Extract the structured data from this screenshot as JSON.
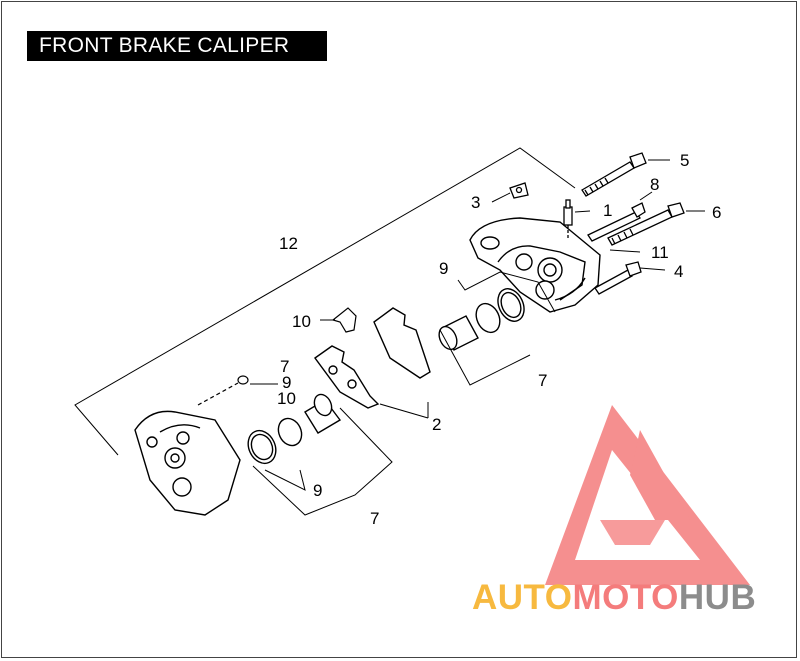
{
  "title": "FRONT BRAKE CALIPER",
  "callouts": {
    "c1": "1",
    "c2": "2",
    "c3": "3",
    "c4": "4",
    "c5": "5",
    "c6": "6",
    "c7a": "7",
    "c7b": "7",
    "c7c": "7",
    "c8": "8",
    "c9a": "9",
    "c9b": "9",
    "c9c": "9",
    "c10a": "10",
    "c10b": "10",
    "c11": "11",
    "c12": "12"
  },
  "watermark": {
    "part1": "AUTO",
    "part2": "MOTO",
    "part3": "HUB",
    "colors": {
      "auto": "#f7b93f",
      "moto": "#f47c7c",
      "hub": "#8c8c8c",
      "logo": "#f47c7c"
    }
  }
}
